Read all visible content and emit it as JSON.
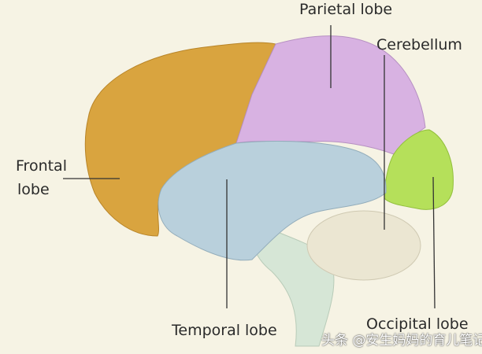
{
  "labels": {
    "parietal": "Parietal lobe",
    "cerebellum": "Cerebellum",
    "frontal_line1": "Frontal",
    "frontal_line2": "lobe",
    "temporal": "Temporal lobe",
    "occipital": "Occipital lobe"
  },
  "watermark": "头条 @安生妈妈的育儿笔记",
  "colors": {
    "background": "#f6f3e4",
    "frontal": "#d9a43f",
    "parietal": "#d8b2e2",
    "temporal": "#b9d0dc",
    "occipital": "#b5e05a",
    "cerebellum": "#ebe6d2",
    "brainstem": "#d6e6d6"
  }
}
